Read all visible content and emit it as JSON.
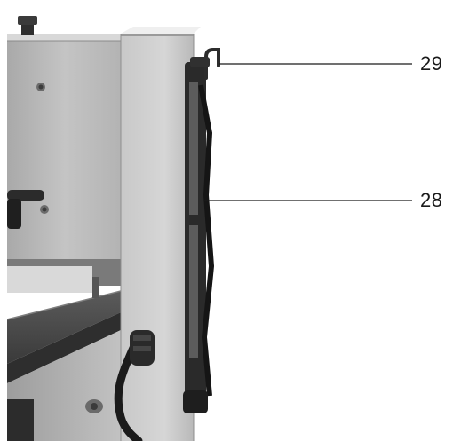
{
  "callouts": [
    {
      "id": "hook",
      "number": "29"
    },
    {
      "id": "bracket",
      "number": "28"
    }
  ],
  "palette": {
    "background": "#ffffff",
    "wall_panel": "#bdbdbd",
    "column_face": "#cfcfcf",
    "dark_part": "#2a2a2a",
    "leader_line": "#1a1a1a"
  }
}
